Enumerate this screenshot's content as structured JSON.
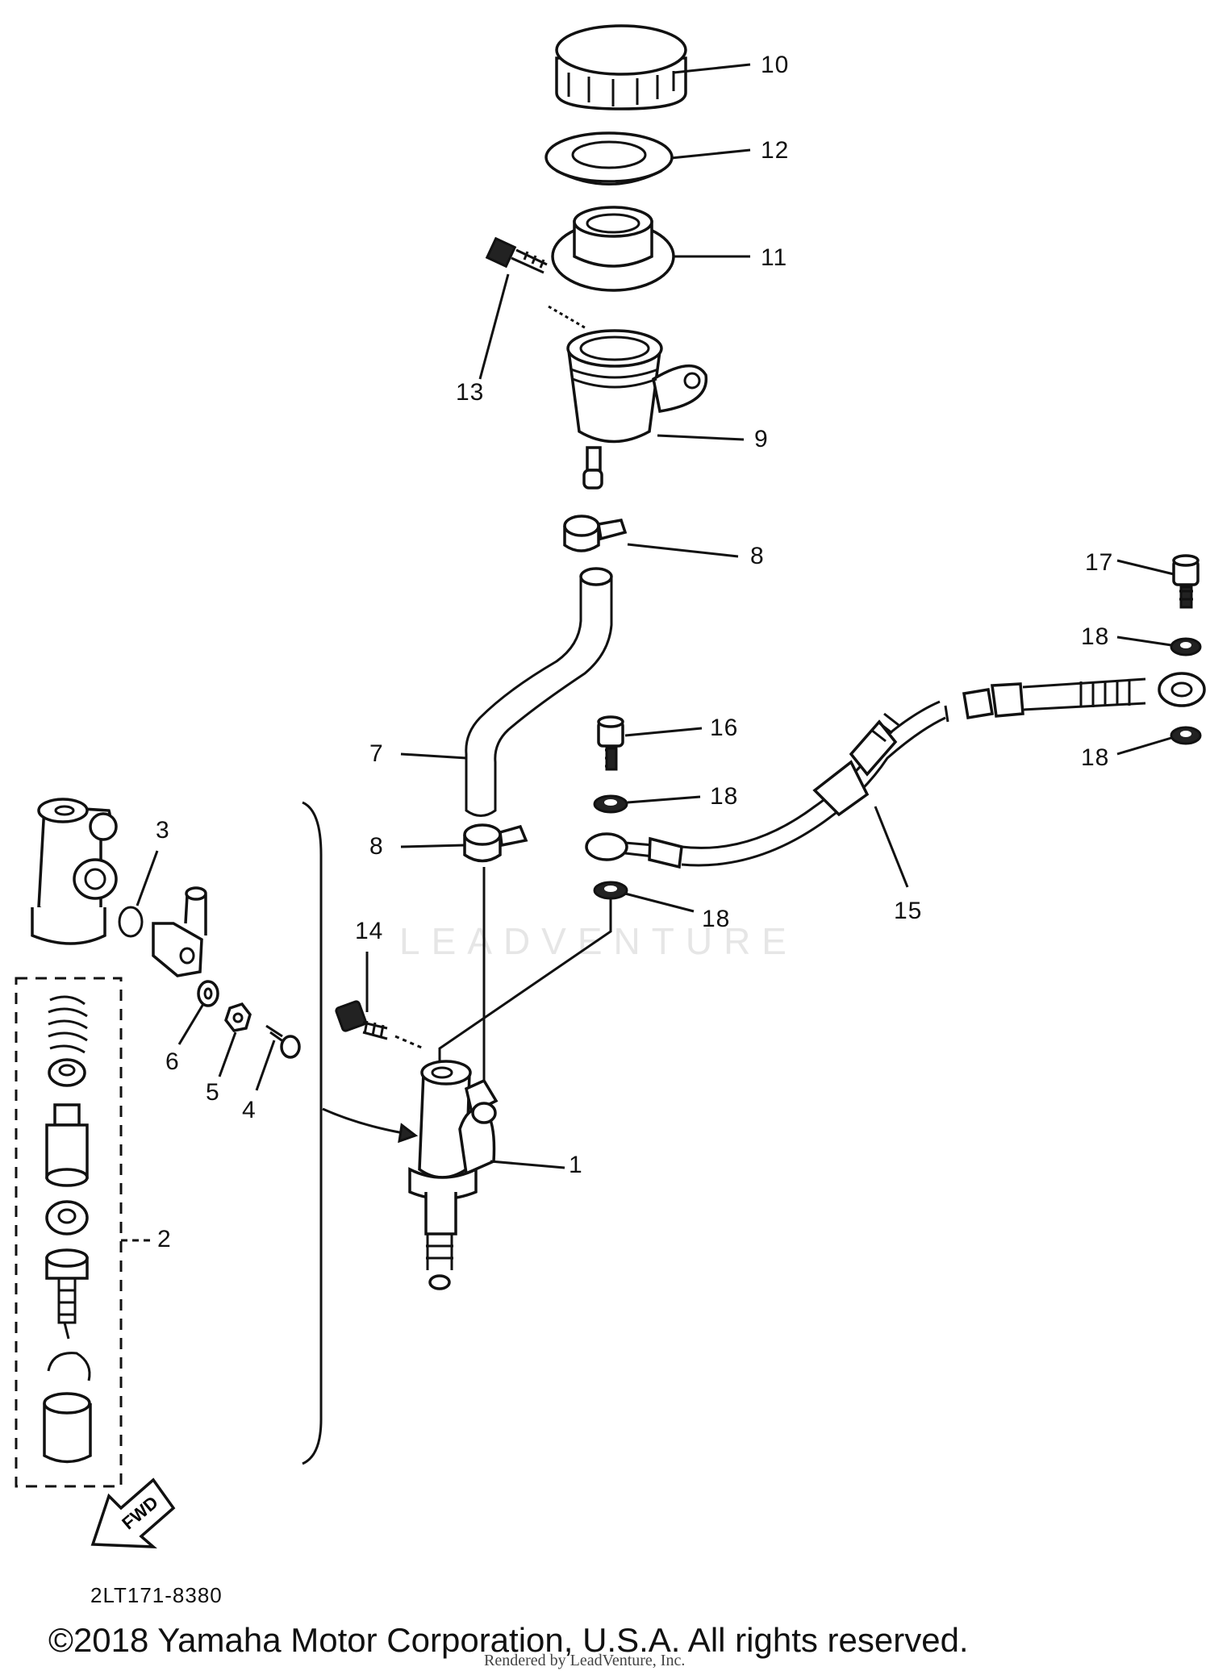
{
  "callouts": {
    "c1": "1",
    "c2": "2",
    "c3": "3",
    "c4": "4",
    "c5": "5",
    "c6": "6",
    "c7": "7",
    "c8a": "8",
    "c8b": "8",
    "c9": "9",
    "c10": "10",
    "c11": "11",
    "c12": "12",
    "c13": "13",
    "c14": "14",
    "c15": "15",
    "c16": "16",
    "c17": "17",
    "c18a": "18",
    "c18b": "18",
    "c18c": "18",
    "c18d": "18"
  },
  "fwd_label": "FWD",
  "diagram_code": "2LT171-8380",
  "watermark": "LEADVENTURE",
  "copyright": "©2018 Yamaha Motor Corporation, U.S.A. All rights reserved.",
  "rendered_by": "Rendered by LeadVenture, Inc."
}
